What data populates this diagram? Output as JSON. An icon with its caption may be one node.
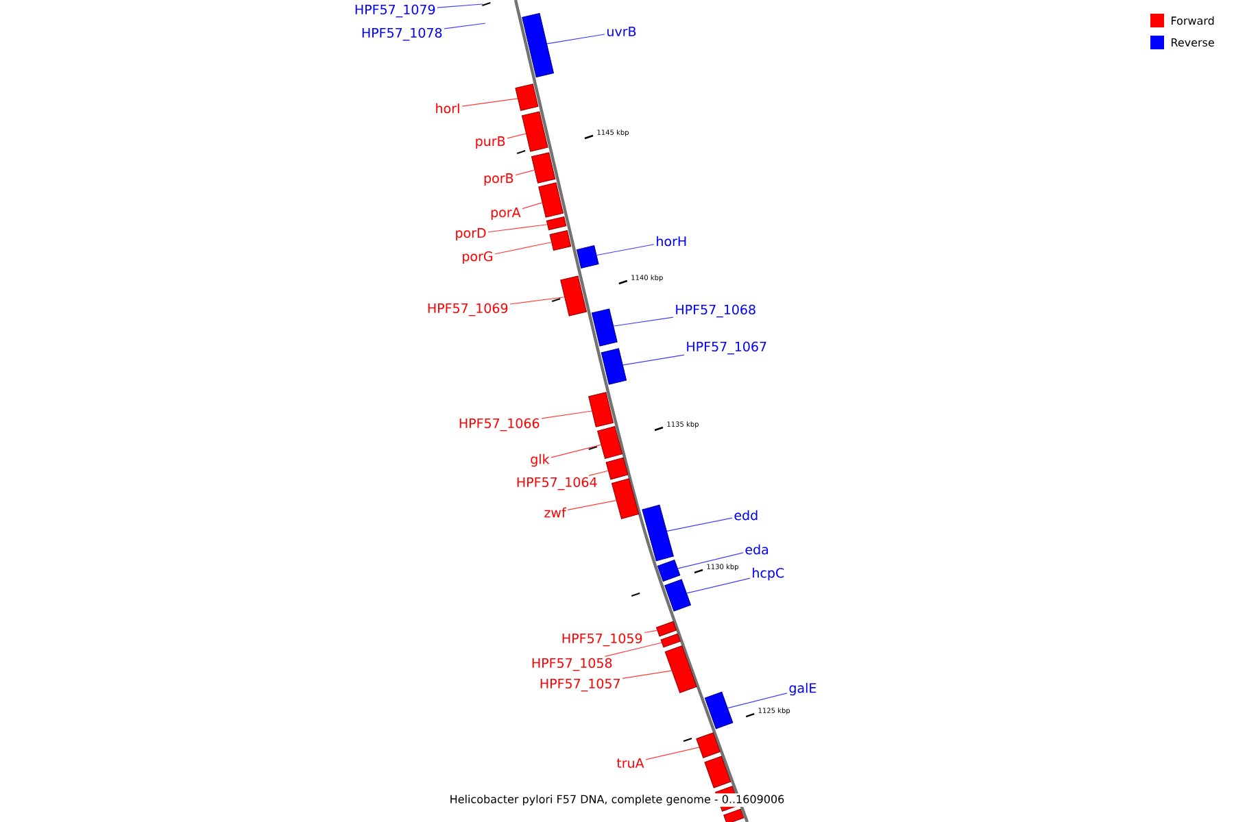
{
  "diagram": {
    "caption": "Helicobacter pylori F57 DNA, complete genome - 0..1609006",
    "nodes": [
      {
        "text": [
          "HPF57_1079"
        ]
      },
      {
        "text": [
          "HPF57_1078"
        ]
      },
      {
        "text": [
          "uvrB"
        ]
      },
      {
        "text": [],
        "shape": "box"
      },
      {
        "text": [
          "horI"
        ]
      },
      {
        "text": [],
        "shape": "box"
      },
      {
        "text": [
          "purB"
        ]
      },
      {
        "text": [],
        "shape": "box"
      },
      {
        "text": [
          "porB"
        ]
      },
      {
        "text": [],
        "shape": "box"
      },
      {
        "text": [
          "porA"
        ]
      },
      {
        "text": [],
        "shape": "box"
      },
      {
        "text": [
          "porD"
        ]
      },
      {
        "text": [],
        "shape": "box"
      },
      {
        "text": [
          "porG"
        ]
      },
      {
        "text": [],
        "shape": "box"
      },
      {
        "text": [
          "horH"
        ]
      },
      {
        "text": [],
        "shape": "box"
      },
      {
        "text": [
          "HPF57_1069"
        ]
      },
      {
        "text": [],
        "shape": "box"
      },
      {
        "text": [
          "HPF57_1068"
        ]
      },
      {
        "text": [],
        "shape": "box"
      },
      {
        "text": [
          "HPF57_1067"
        ]
      },
      {
        "text": [],
        "shape": "box"
      },
      {
        "text": [
          "HPF57_1066"
        ]
      },
      {
        "text": [],
        "shape": "box"
      },
      {
        "text": [
          "glk"
        ]
      },
      {
        "text": [],
        "shape": "box"
      },
      {
        "text": [
          "HPF57_1064"
        ]
      },
      {
        "text": [],
        "shape": "box"
      },
      {
        "text": [
          "zwf"
        ]
      },
      {
        "text": [],
        "shape": "box"
      },
      {
        "text": [
          "edd"
        ]
      },
      {
        "text": [],
        "shape": "box"
      },
      {
        "text": [
          "eda"
        ]
      },
      {
        "text": [],
        "shape": "box"
      },
      {
        "text": [
          "hcpC"
        ]
      },
      {
        "text": [],
        "shape": "box"
      },
      {
        "text": [
          "HPF57_1059"
        ]
      },
      {
        "text": [],
        "shape": "box"
      },
      {
        "text": [
          "HPF57_1058"
        ]
      },
      {
        "text": [],
        "shape": "box"
      },
      {
        "text": [
          "HPF57_1057"
        ]
      },
      {
        "text": [],
        "shape": "box"
      },
      {
        "text": [
          "galE"
        ]
      },
      {
        "text": [],
        "shape": "box"
      },
      {
        "text": [
          "truA"
        ]
      },
      {
        "text": [],
        "shape": "box"
      },
      {
        "text": [],
        "shape": "box"
      },
      {
        "text": [],
        "shape": "box"
      },
      {
        "text": [],
        "shape": "box"
      }
    ],
    "edges": [
      {
        "from": 0,
        "to": null,
        "arrow": "none",
        "color": "#3c3cff"
      },
      {
        "from": 1,
        "to": null,
        "arrow": "none",
        "color": "#3c3cff"
      },
      {
        "from": 2,
        "to": 3,
        "arrow": "none",
        "color": "#3c3cff"
      },
      {
        "from": 4,
        "to": 5,
        "arrow": "none",
        "color": "#ff3c3c"
      },
      {
        "from": 6,
        "to": 7,
        "arrow": "none",
        "color": "#ff3c3c"
      },
      {
        "from": 8,
        "to": 9,
        "arrow": "none",
        "color": "#ff3c3c"
      },
      {
        "from": 10,
        "to": 11,
        "arrow": "none",
        "color": "#ff3c3c"
      },
      {
        "from": 12,
        "to": 13,
        "arrow": "none",
        "color": "#ff3c3c"
      },
      {
        "from": 14,
        "to": 15,
        "arrow": "none",
        "color": "#ff3c3c"
      },
      {
        "from": 16,
        "to": 17,
        "arrow": "none",
        "color": "#3c3cff"
      },
      {
        "from": 18,
        "to": 19,
        "arrow": "none",
        "color": "#ff3c3c"
      },
      {
        "from": 20,
        "to": 21,
        "arrow": "none",
        "color": "#3c3cff"
      },
      {
        "from": 22,
        "to": 23,
        "arrow": "none",
        "color": "#3c3cff"
      },
      {
        "from": 24,
        "to": 25,
        "arrow": "none",
        "color": "#ff3c3c"
      },
      {
        "from": 26,
        "to": 27,
        "arrow": "none",
        "color": "#ff3c3c"
      },
      {
        "from": 28,
        "to": 29,
        "arrow": "none",
        "color": "#ff3c3c"
      },
      {
        "from": 30,
        "to": 31,
        "arrow": "none",
        "color": "#ff3c3c"
      },
      {
        "from": 32,
        "to": 33,
        "arrow": "none",
        "color": "#3c3cff"
      },
      {
        "from": 34,
        "to": 35,
        "arrow": "none",
        "color": "#3c3cff"
      },
      {
        "from": 36,
        "to": 37,
        "arrow": "none",
        "color": "#3c3cff"
      },
      {
        "from": 38,
        "to": 39,
        "arrow": "none",
        "color": "#ff3c3c"
      },
      {
        "from": 40,
        "to": 41,
        "arrow": "none",
        "color": "#ff3c3c"
      },
      {
        "from": 42,
        "to": 43,
        "arrow": "none",
        "color": "#ff3c3c"
      },
      {
        "from": 44,
        "to": 45,
        "arrow": "none",
        "color": "#3c3cff"
      },
      {
        "from": 46,
        "to": 47,
        "arrow": "none",
        "color": "#ff3c3c"
      }
    ],
    "labels": [
      "1145 kbp",
      "1140 kbp",
      "1135 kbp",
      "1130 kbp",
      "1125 kbp"
    ],
    "legend": [
      {
        "text": "Forward",
        "color": "#ff0000"
      },
      {
        "text": "Reverse",
        "color": "#0000ff"
      }
    ]
  }
}
